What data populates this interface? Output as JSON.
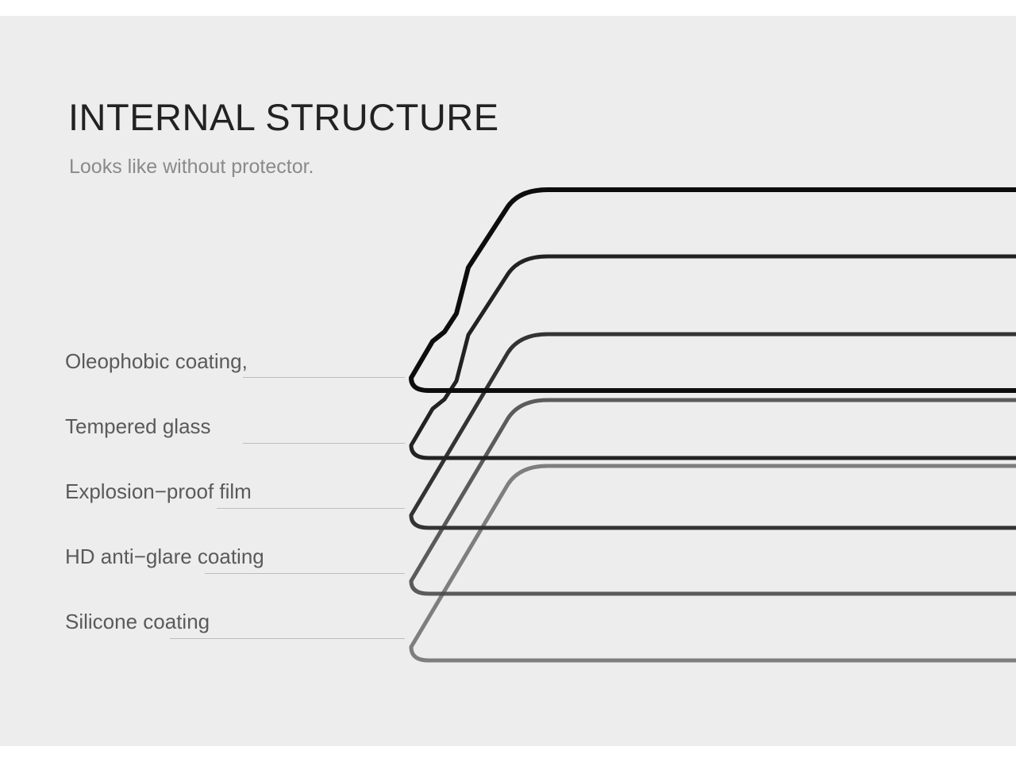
{
  "heading": {
    "title": "INTERNAL STRUCTURE",
    "subtitle": "Looks like without protector."
  },
  "layers": [
    {
      "label": "Oleophobic coating,",
      "stroke": "#111111"
    },
    {
      "label": "Tempered glass",
      "stroke": "#1c1c1c"
    },
    {
      "label": "Explosion−proof film",
      "stroke": "#2a2a2a"
    },
    {
      "label": "HD anti−glare coating",
      "stroke": "#3a3a3a"
    },
    {
      "label": "Silicone coating",
      "stroke": "#555555"
    }
  ],
  "colors": {
    "background": "#ededed",
    "title": "#222222",
    "subtitle": "#8a8a8a",
    "label": "#5a5a5a",
    "leader_line": "#bdbdbd"
  }
}
